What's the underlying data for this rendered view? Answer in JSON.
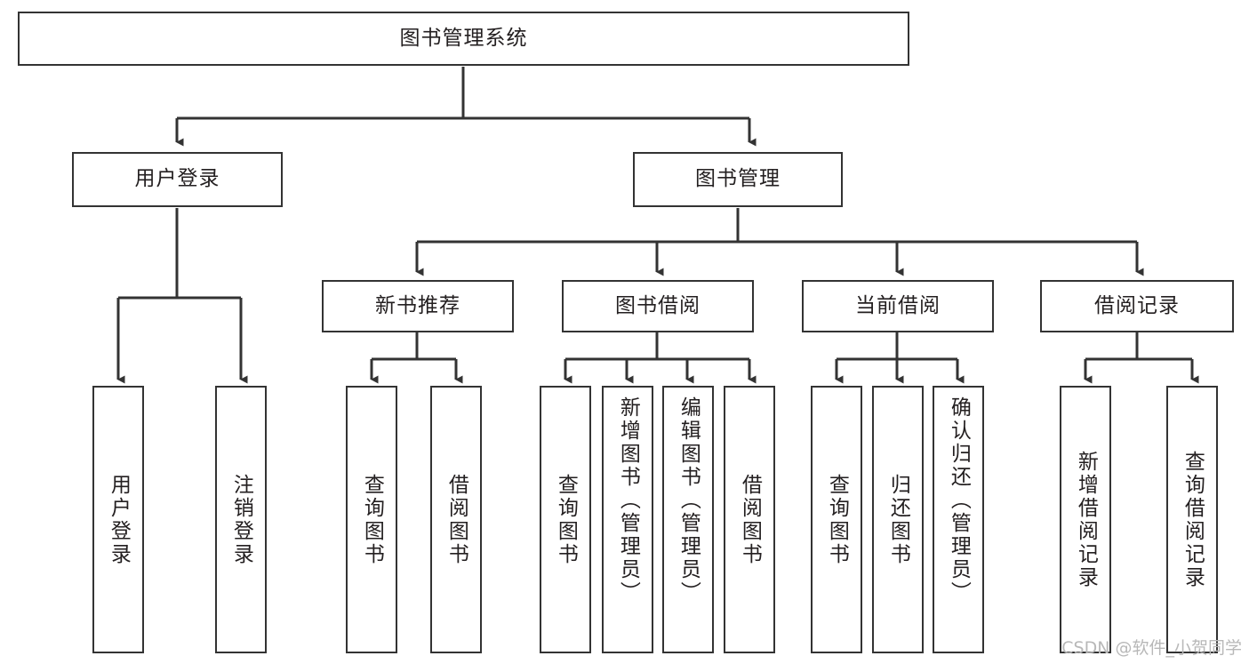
{
  "diagram": {
    "title": "图书管理系统",
    "type": "tree",
    "watermark": "CSDN @软件_小贺同学",
    "line_color": "#333333",
    "box_fill": "#ffffff",
    "text_color": "#231f20",
    "nodes": {
      "root": {
        "label": "图书管理系统"
      },
      "level2": [
        {
          "label": "用户登录"
        },
        {
          "label": "图书管理"
        }
      ],
      "level3": [
        {
          "label": "新书推荐"
        },
        {
          "label": "图书借阅"
        },
        {
          "label": "当前借阅"
        },
        {
          "label": "借阅记录"
        }
      ],
      "leaves_user_login": [
        {
          "label": "用户登录"
        },
        {
          "label": "注销登录"
        }
      ],
      "leaves_new_book": [
        {
          "label": "查询图书"
        },
        {
          "label": "借阅图书"
        }
      ],
      "leaves_borrow": [
        {
          "label": "查询图书"
        },
        {
          "label": "新增图书（管理员）"
        },
        {
          "label": "编辑图书（管理员）"
        },
        {
          "label": "借阅图书"
        }
      ],
      "leaves_current": [
        {
          "label": "查询图书"
        },
        {
          "label": "归还图书"
        },
        {
          "label": "确认归还（管理员）"
        }
      ],
      "leaves_records": [
        {
          "label": "新增借阅记录"
        },
        {
          "label": "查询借阅记录"
        }
      ]
    }
  }
}
